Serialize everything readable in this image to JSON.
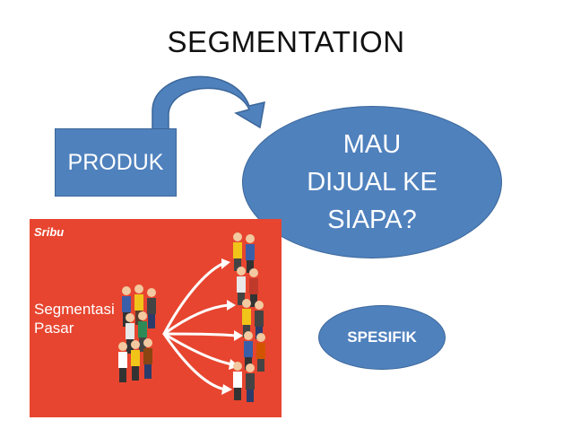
{
  "title": "SEGMENTATION",
  "produk_label": "PRODUK",
  "target_question": {
    "line1": "MAU",
    "line2": "DIJUAL KE",
    "line3": "SIAPA?"
  },
  "spesifik_label": "SPESIFIK",
  "image": {
    "brand": "Sribu",
    "caption_line1": "Segmentasi",
    "caption_line2": "Pasar"
  },
  "colors": {
    "shape_fill": "#4f81bd",
    "image_bg": "#e7452f"
  }
}
